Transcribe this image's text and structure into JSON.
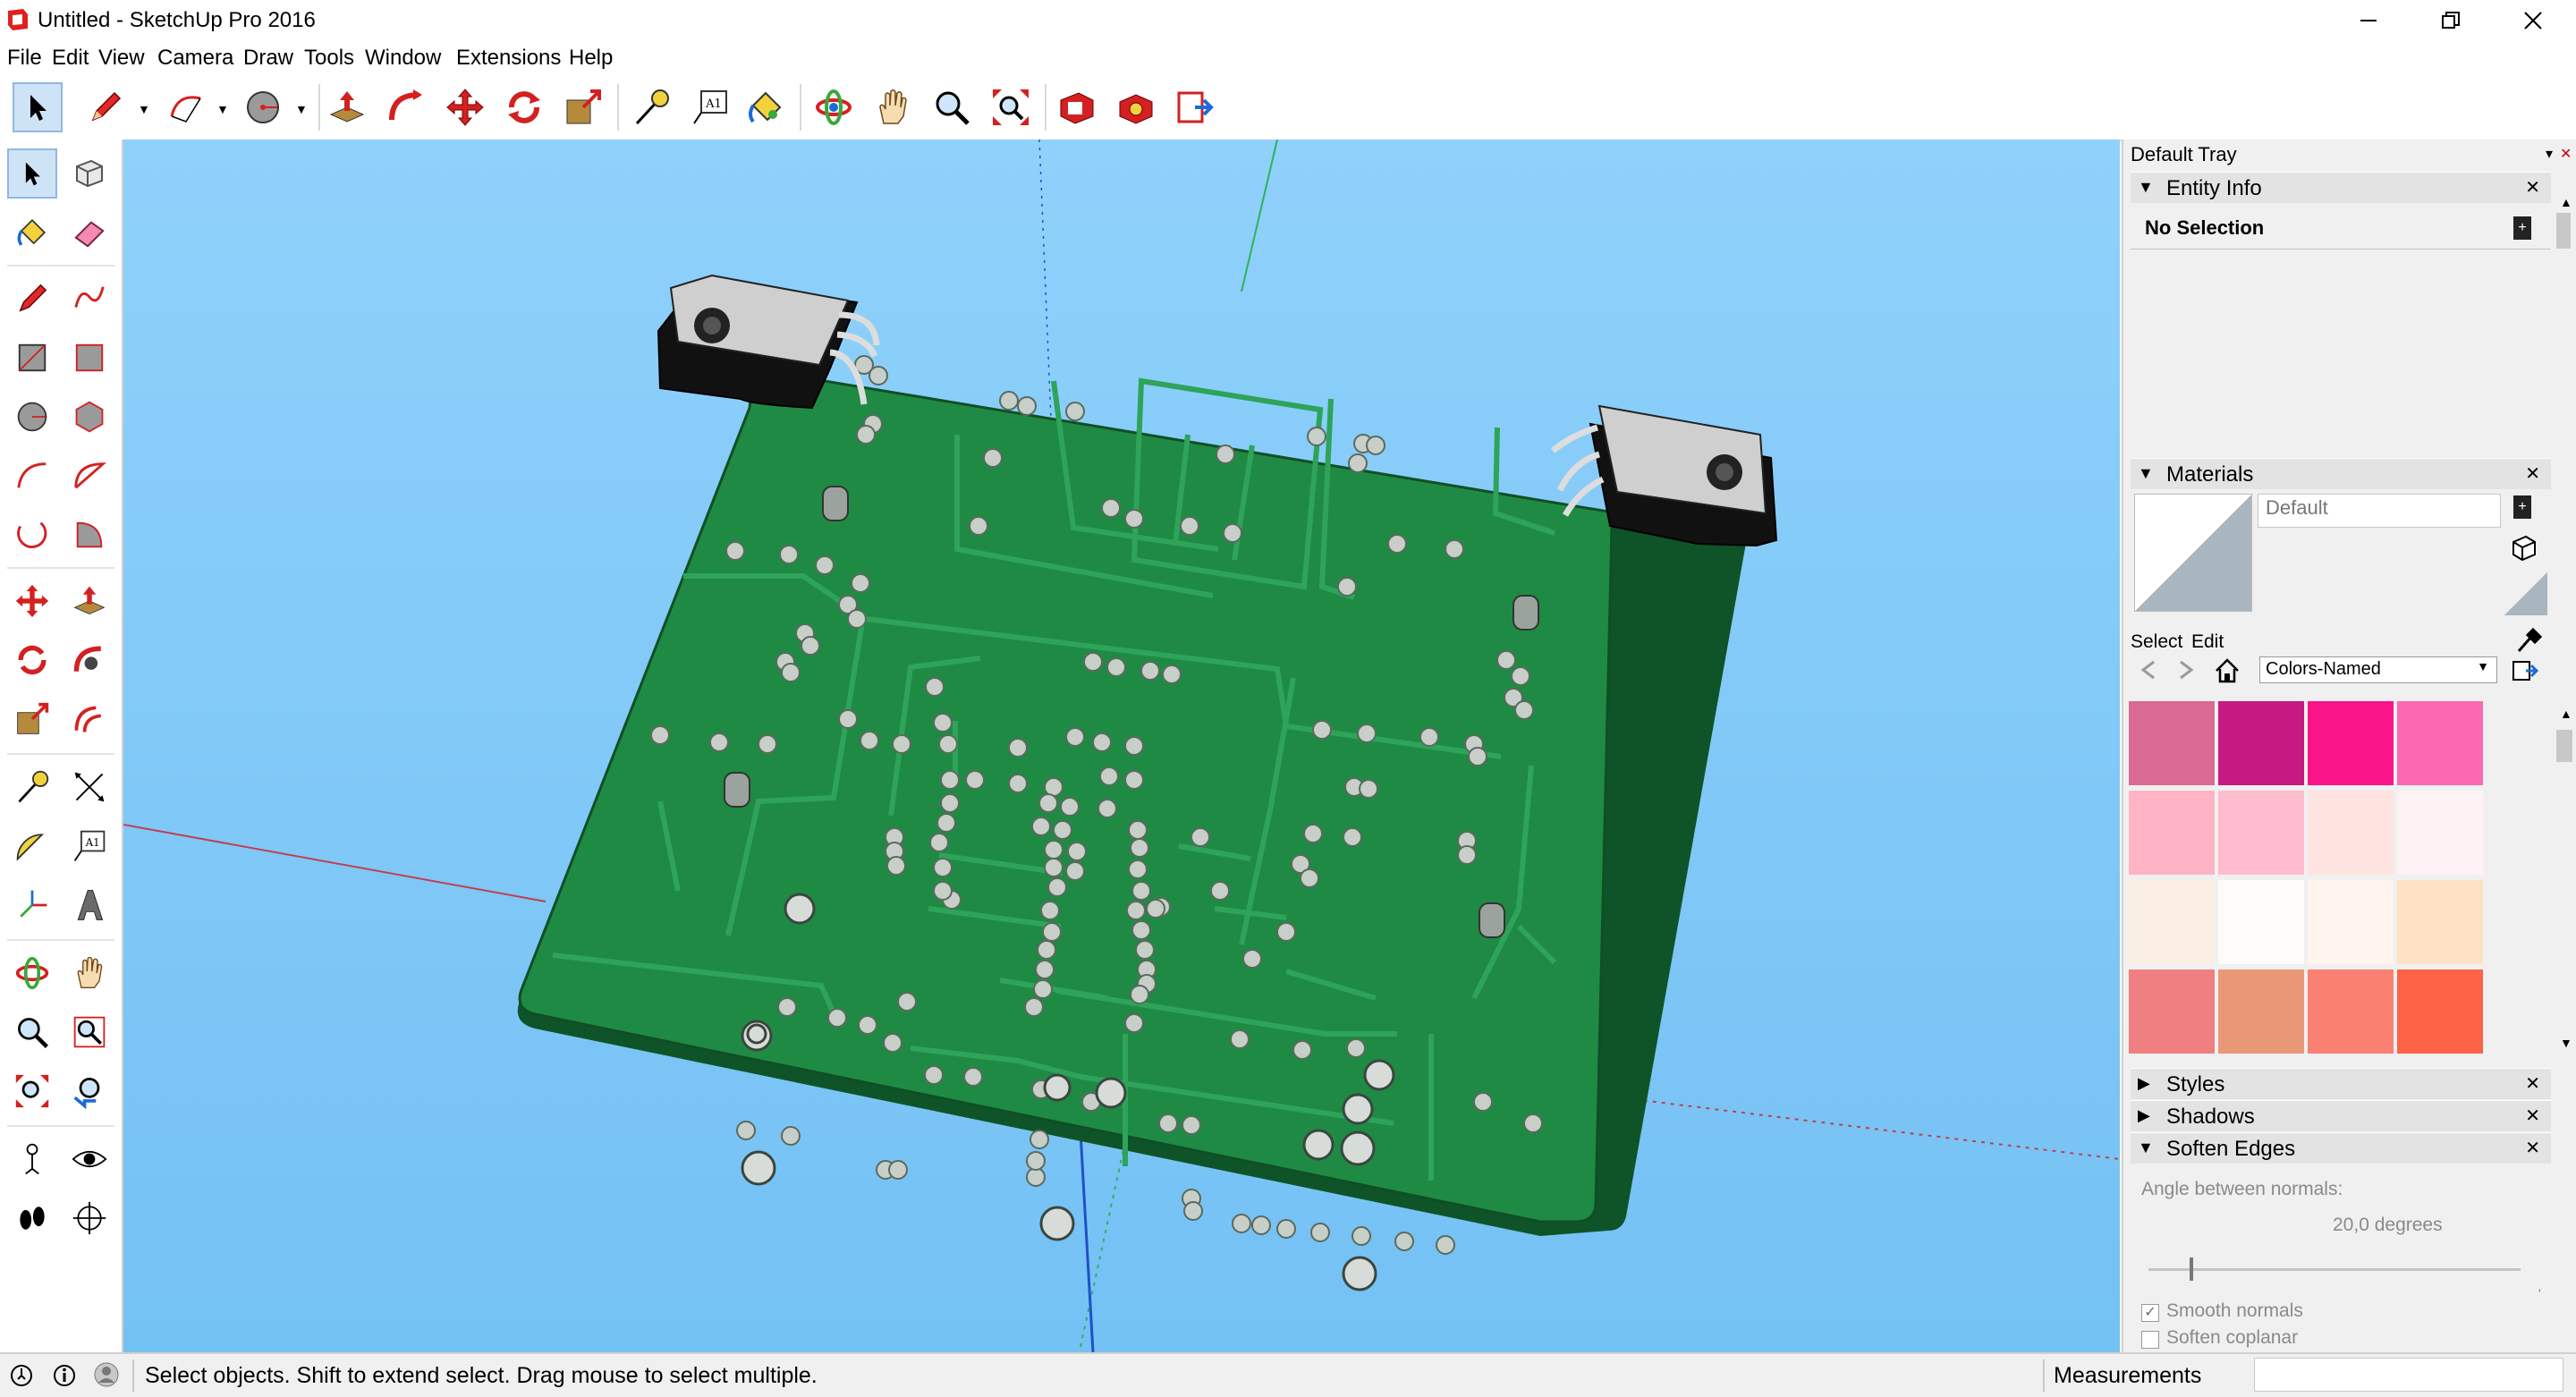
{
  "window": {
    "title": "Untitled - SketchUp Pro 2016",
    "controls": [
      "minimize-icon",
      "restore-icon",
      "close-icon"
    ]
  },
  "menu": [
    "File",
    "Edit",
    "View",
    "Camera",
    "Draw",
    "Tools",
    "Window",
    "Extensions",
    "Help"
  ],
  "tray": {
    "title": "Default Tray",
    "entity_info": {
      "label": "Entity Info",
      "selection": "No Selection"
    },
    "materials": {
      "label": "Materials",
      "current_name": "Default",
      "tabs": [
        "Select",
        "Edit"
      ],
      "library": "Colors-Named",
      "swatches": [
        "#d96b93",
        "#c61a82",
        "#fa1489",
        "#fb69b3",
        "#ffb3c4",
        "#ffbcce",
        "#ffe3e0",
        "#fff1f4",
        "#fbefe3",
        "#fffbf8",
        "#fff4ee",
        "#fde3c3",
        "#ef7f80",
        "#e99877",
        "#fa8072",
        "#fe6246"
      ]
    },
    "styles": {
      "label": "Styles"
    },
    "shadows": {
      "label": "Shadows"
    },
    "soften_edges": {
      "label": "Soften Edges",
      "angle_label": "Angle between normals:",
      "angle_value": "20,0  degrees",
      "angle_fraction": 0.11,
      "smooth_normals": "Smooth normals",
      "smooth_checked": true,
      "soften_coplanar": "Soften coplanar",
      "coplanar_checked": false
    }
  },
  "status": {
    "hint": "Select objects. Shift to extend select. Drag mouse to select multiple.",
    "measurements_label": "Measurements",
    "measurements_value": ""
  },
  "colors": {
    "sky_top": "#8fd1fb",
    "sky_bottom": "#74c1f4",
    "pcb": "#1f8a43",
    "pcb_dark": "#136a31",
    "trace": "#2c9c55",
    "pad": "#c8cfc9"
  }
}
